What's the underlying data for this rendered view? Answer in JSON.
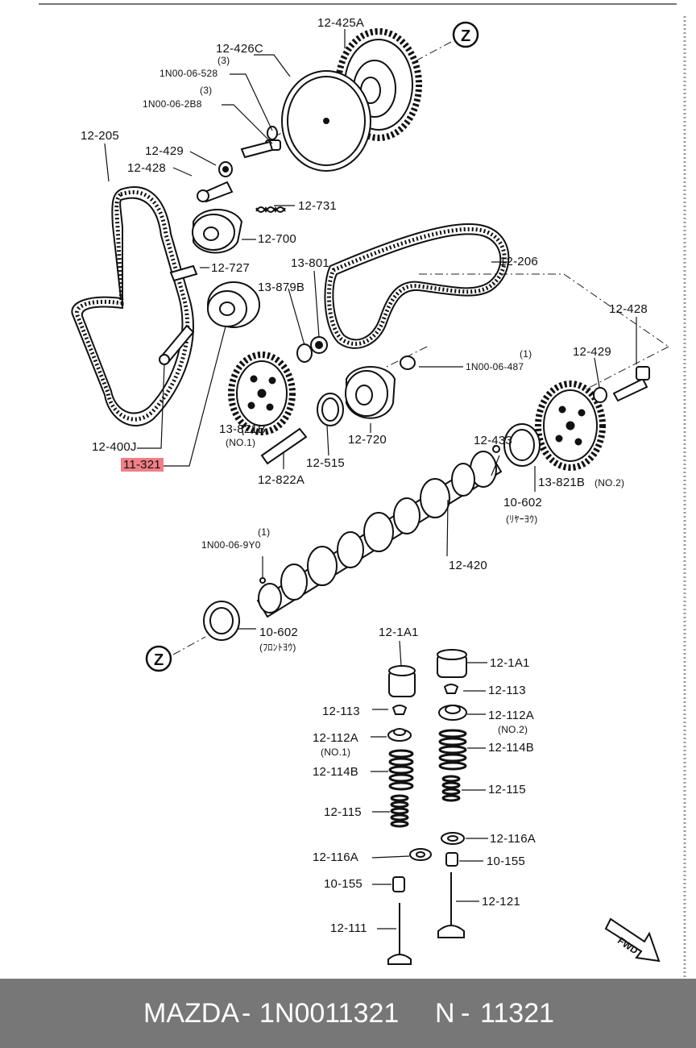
{
  "diagram": {
    "parts": [
      {
        "id": "p01",
        "label": "12-425A"
      },
      {
        "id": "p02",
        "label": "12-426C"
      },
      {
        "id": "p03",
        "label": "(3)"
      },
      {
        "id": "p04",
        "label": "1N00-06-528"
      },
      {
        "id": "p05",
        "label": "(3)"
      },
      {
        "id": "p06",
        "label": "1N00-06-2B8"
      },
      {
        "id": "p07",
        "label": "12-205"
      },
      {
        "id": "p08",
        "label": "12-429"
      },
      {
        "id": "p09",
        "label": "12-428"
      },
      {
        "id": "p10",
        "label": "12-731"
      },
      {
        "id": "p11",
        "label": "12-700"
      },
      {
        "id": "p12",
        "label": "12-727"
      },
      {
        "id": "p13",
        "label": "13-801"
      },
      {
        "id": "p14",
        "label": "13-879B"
      },
      {
        "id": "p15",
        "label": "12-206"
      },
      {
        "id": "p16",
        "label": "12-428"
      },
      {
        "id": "p17",
        "label": "(1)"
      },
      {
        "id": "p18",
        "label": "1N00-06-487"
      },
      {
        "id": "p19",
        "label": "12-429"
      },
      {
        "id": "p20",
        "label": "12-433"
      },
      {
        "id": "p21",
        "label": "13-821B"
      },
      {
        "id": "p22",
        "label": "(NO.1)"
      },
      {
        "id": "p23",
        "label": "12-720"
      },
      {
        "id": "p24",
        "label": "12-400J"
      },
      {
        "id": "p25",
        "label": "11-321"
      },
      {
        "id": "p26",
        "label": "12-515"
      },
      {
        "id": "p27",
        "label": "12-822A"
      },
      {
        "id": "p28",
        "label": "13-821B"
      },
      {
        "id": "p29",
        "label": "(NO.2)"
      },
      {
        "id": "p30",
        "label": "10-602"
      },
      {
        "id": "p31",
        "label": "(ﾘﾔｰﾖｳ)"
      },
      {
        "id": "p32",
        "label": "(1)"
      },
      {
        "id": "p33",
        "label": "1N00-06-9Y0"
      },
      {
        "id": "p34",
        "label": "12-420"
      },
      {
        "id": "p35",
        "label": "10-602"
      },
      {
        "id": "p36",
        "label": "(ﾌﾛﾝﾄﾖｳ)"
      },
      {
        "id": "p37",
        "label": "12-1A1"
      },
      {
        "id": "p38",
        "label": "12-1A1"
      },
      {
        "id": "p39",
        "label": "12-113"
      },
      {
        "id": "p40",
        "label": "12-113"
      },
      {
        "id": "p41",
        "label": "12-112A"
      },
      {
        "id": "p42",
        "label": "(NO.2)"
      },
      {
        "id": "p43",
        "label": "12-112A"
      },
      {
        "id": "p44",
        "label": "(NO.1)"
      },
      {
        "id": "p45",
        "label": "12-114B"
      },
      {
        "id": "p46",
        "label": "12-114B"
      },
      {
        "id": "p47",
        "label": "12-115"
      },
      {
        "id": "p48",
        "label": "12-115"
      },
      {
        "id": "p49",
        "label": "12-116A"
      },
      {
        "id": "p50",
        "label": "12-116A"
      },
      {
        "id": "p51",
        "label": "10-155"
      },
      {
        "id": "p52",
        "label": "10-155"
      },
      {
        "id": "p53",
        "label": "12-121"
      },
      {
        "id": "p54",
        "label": "12-111"
      }
    ],
    "z_marker": "Z",
    "fwd_marker": "FWD",
    "highlighted_part": "11-321",
    "highlight_color": "#f07f86"
  },
  "footer": {
    "brand": "MAZDA",
    "sep1": "-",
    "part_number": "1N0011321",
    "prefix": "N",
    "sep2": "-",
    "short_code": "11321",
    "background": "#777777"
  }
}
